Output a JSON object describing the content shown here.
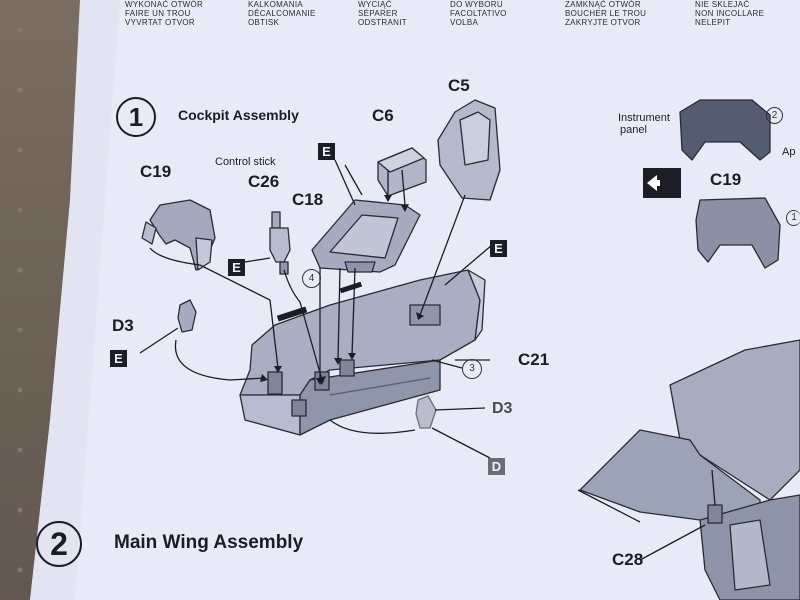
{
  "header": {
    "col1": [
      "WYKONAĆ OTWÓR",
      "FAIRE UN TROU",
      "VYVRTAT OTVOR"
    ],
    "col2": [
      "KALKOMANIA",
      "DÉCALCOMANIE",
      "OBTISK"
    ],
    "col3": [
      "WYCIĄĆ",
      "SÉPARER",
      "ODSTRANIT"
    ],
    "col4": [
      "DO WYBORU",
      "FACOLTATIVO",
      "VOLBA"
    ],
    "col5": [
      "ZAMKNĄĆ OTWÓR",
      "BOUCHER LE TROU",
      "ZAKRYJTE OTVOR"
    ],
    "col6": [
      "NIE SKLEJAĆ",
      "NON INCOLLARE",
      "NELEPIT"
    ]
  },
  "step1": {
    "number": "1",
    "title": "Cockpit Assembly"
  },
  "step2": {
    "number": "2",
    "title": "Main Wing Assembly"
  },
  "labels": {
    "control_stick": "Control stick",
    "instrument_panel_line1": "Instrument",
    "instrument_panel_line2": "panel",
    "ap": "Ap"
  },
  "parts": {
    "c19": "C19",
    "c26": "C26",
    "c18": "C18",
    "c6": "C6",
    "c5": "C5",
    "c21": "C21",
    "d3_left": "D3",
    "d3_right": "D3",
    "c19_right": "C19",
    "c28": "C28"
  },
  "markers": {
    "e": "E",
    "d": "D",
    "sub4": "4",
    "sub3": "3",
    "sub2": "2",
    "sub1": "1"
  }
}
